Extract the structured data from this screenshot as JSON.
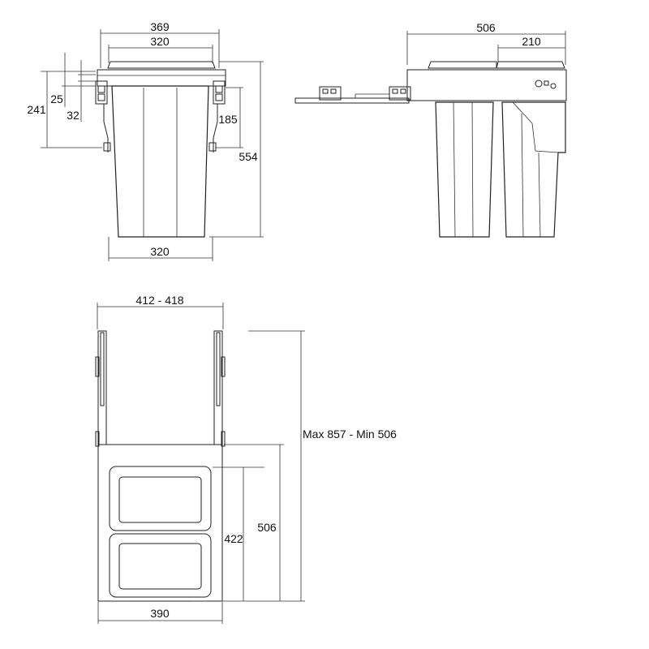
{
  "dimensions": {
    "front_view": {
      "overall_width": "369",
      "inner_width": "320",
      "bottom_width": "320",
      "height_241": "241",
      "height_25": "25",
      "height_32": "32",
      "height_185": "185",
      "overall_height": "554"
    },
    "side_view": {
      "overall_depth": "506",
      "rear_depth": "210"
    },
    "top_view": {
      "rail_width": "412 - 418",
      "extension": "Max 857 - Min 506",
      "body_depth": "506",
      "bin_depth": "422",
      "body_width": "390"
    }
  },
  "colors": {
    "line": "#222222",
    "background": "#ffffff"
  }
}
